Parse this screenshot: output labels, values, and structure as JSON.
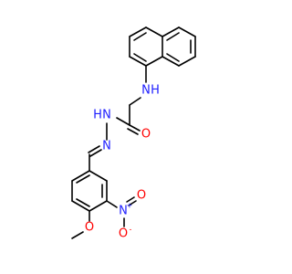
{
  "molecule": {
    "colors": {
      "bond": "#000000",
      "nitrogen": "#2020ff",
      "oxygen": "#ff0000",
      "carbon": "#000000"
    },
    "labels": {
      "amine_n": "N",
      "amine_h": "H",
      "hydrazide_n_left": "N",
      "hydrazide_h": "H",
      "hydrazone_n": "N",
      "carbonyl_o": "O",
      "nitro_n": "N",
      "nitro_n_charge": "+",
      "nitro_o_top": "O",
      "nitro_o_bottom": "O",
      "nitro_o_charge": "-",
      "ether_o": "O"
    }
  }
}
